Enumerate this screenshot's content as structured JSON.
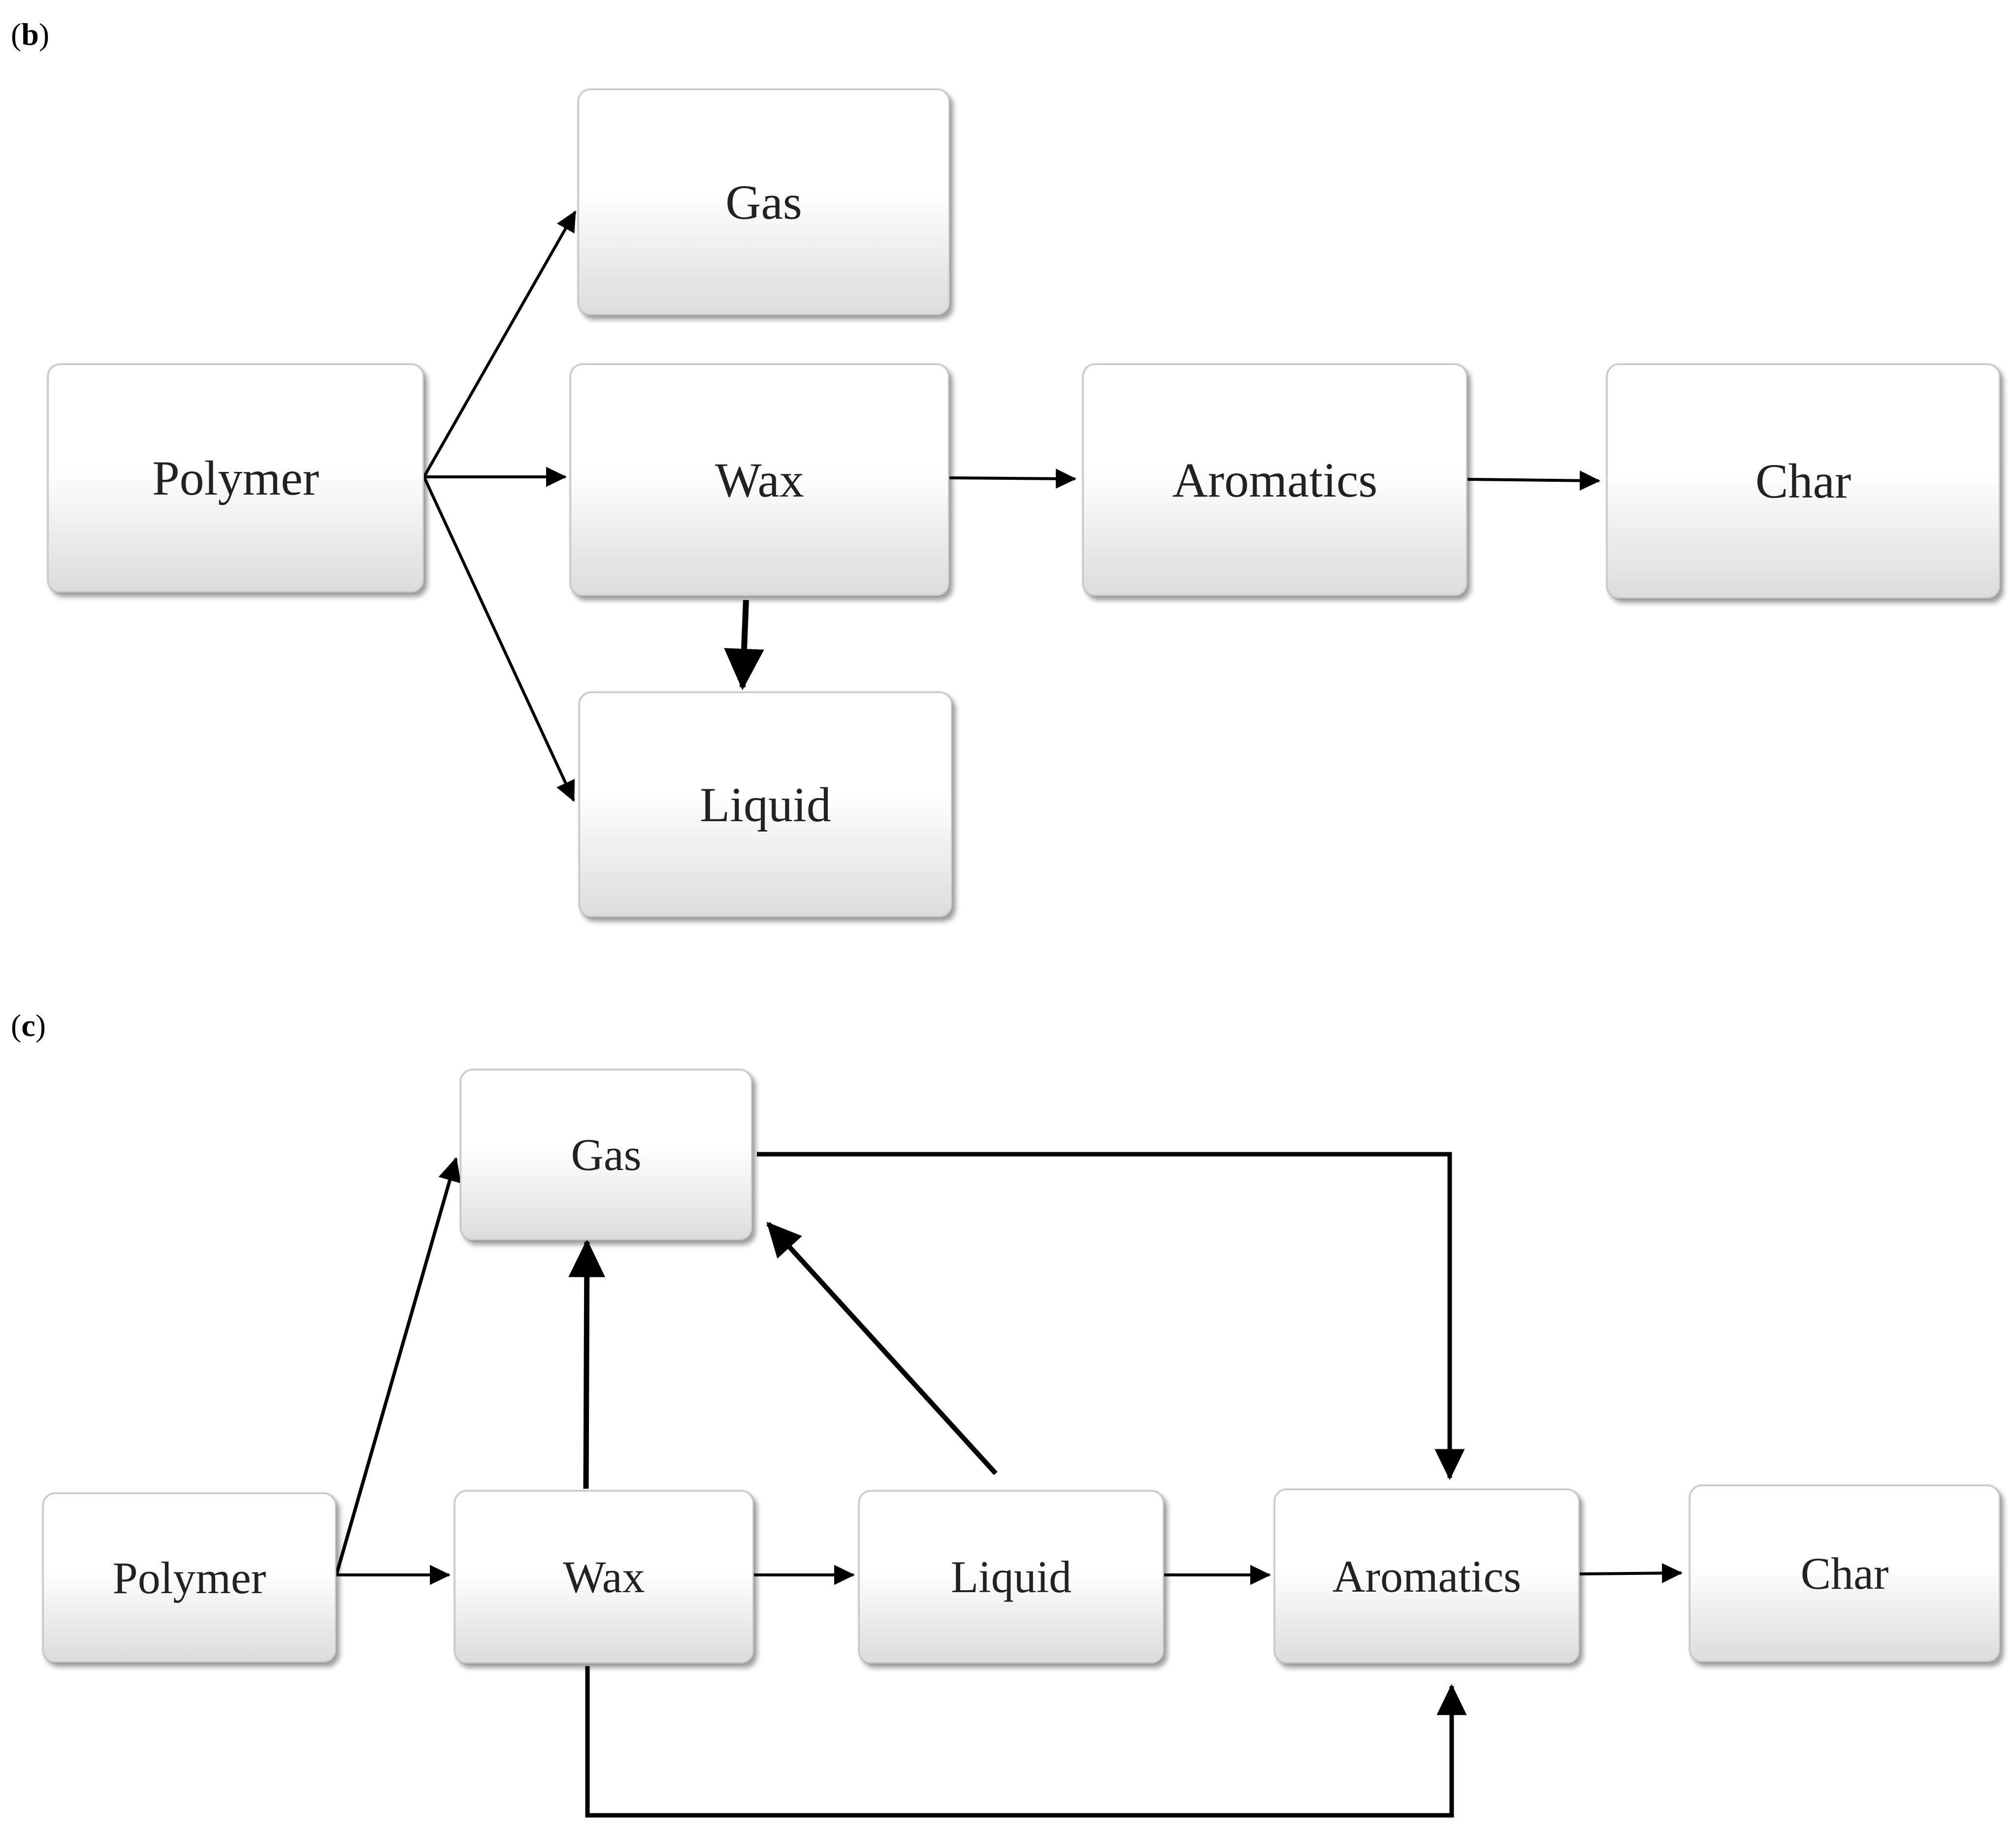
{
  "panel_b": {
    "label_paren_open": "(",
    "label_letter": "b",
    "label_paren_close": ")",
    "nodes": {
      "polymer": "Polymer",
      "gas": "Gas",
      "wax": "Wax",
      "liquid": "Liquid",
      "aromatics": "Aromatics",
      "char": "Char"
    },
    "edges": [
      {
        "from": "Polymer",
        "to": "Gas"
      },
      {
        "from": "Polymer",
        "to": "Wax"
      },
      {
        "from": "Polymer",
        "to": "Liquid"
      },
      {
        "from": "Wax",
        "to": "Liquid"
      },
      {
        "from": "Wax",
        "to": "Aromatics"
      },
      {
        "from": "Aromatics",
        "to": "Char"
      }
    ]
  },
  "panel_c": {
    "label_paren_open": "(",
    "label_letter": "c",
    "label_paren_close": ")",
    "nodes": {
      "polymer": "Polymer",
      "gas": "Gas",
      "wax": "Wax",
      "liquid": "Liquid",
      "aromatics": "Aromatics",
      "char": "Char"
    },
    "edges": [
      {
        "from": "Polymer",
        "to": "Gas"
      },
      {
        "from": "Polymer",
        "to": "Wax"
      },
      {
        "from": "Wax",
        "to": "Gas"
      },
      {
        "from": "Liquid",
        "to": "Gas"
      },
      {
        "from": "Wax",
        "to": "Liquid"
      },
      {
        "from": "Liquid",
        "to": "Aromatics"
      },
      {
        "from": "Gas",
        "to": "Aromatics"
      },
      {
        "from": "Wax",
        "to": "Aromatics"
      },
      {
        "from": "Aromatics",
        "to": "Char"
      }
    ]
  },
  "colors": {
    "arrow": "#000000",
    "node_border": "#c8c8c8",
    "node_text": "#222222"
  }
}
